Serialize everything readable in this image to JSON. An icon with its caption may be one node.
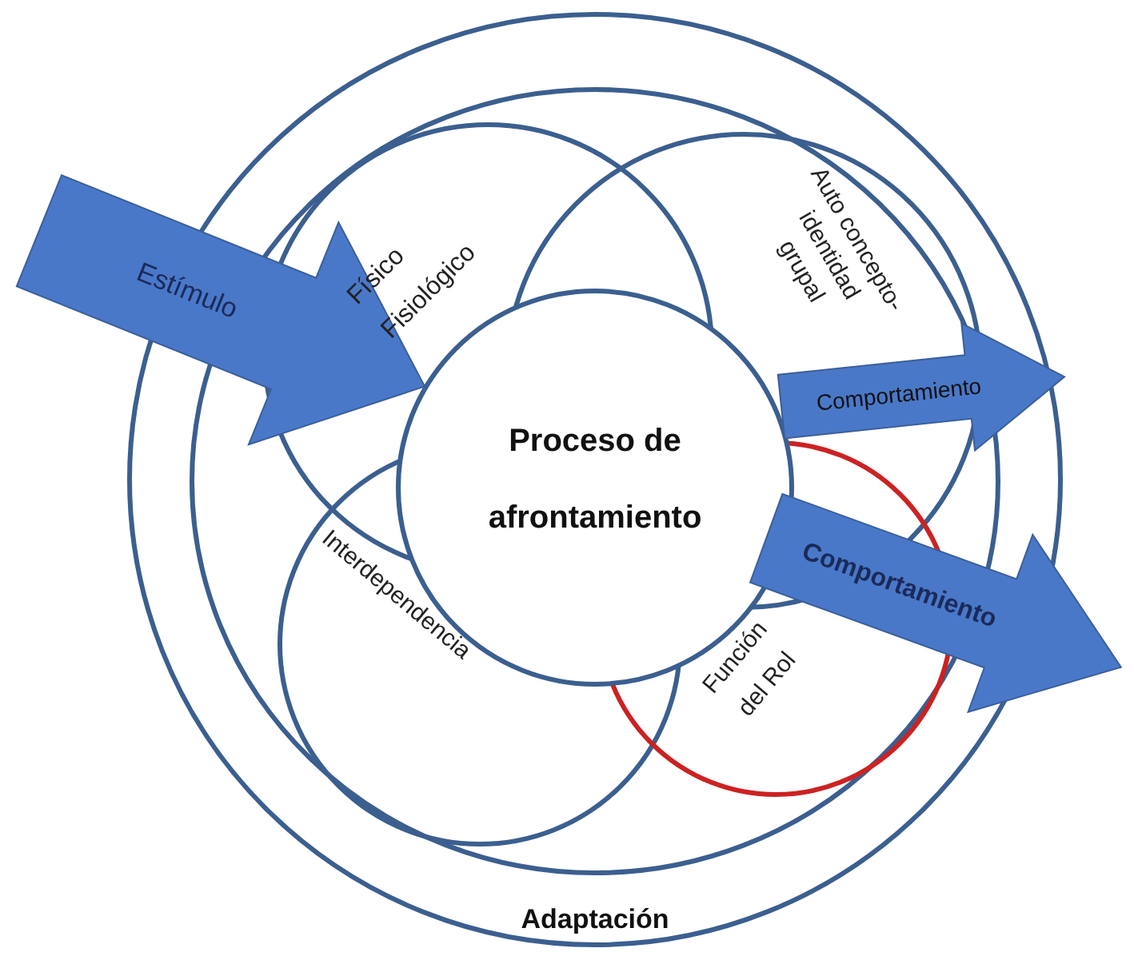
{
  "diagram": {
    "labels": [
      "Estímulo",
      "Físico Fisiológico",
      "Auto concepto- identidad grupal",
      "Comportamiento",
      "Proceso de afrontamiento",
      "Comportamiento",
      "Interdependencia",
      "Función del Rol",
      "Adaptación"
    ]
  }
}
